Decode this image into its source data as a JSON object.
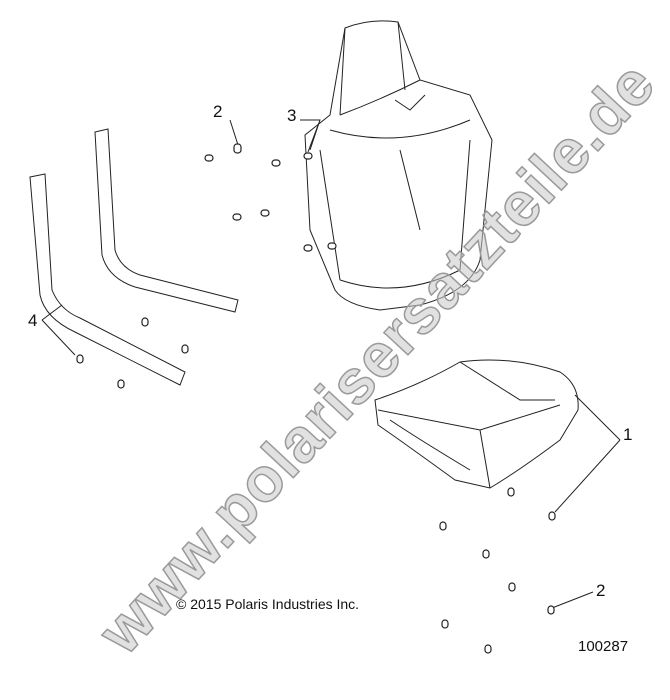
{
  "watermark": "www.polarisersatzteile.de",
  "callouts": {
    "c1": "1",
    "c2a": "2",
    "c2b": "2",
    "c3": "3",
    "c4": "4"
  },
  "copyright": "© 2015 Polaris Industries Inc.",
  "diagram_number": "100287",
  "colors": {
    "line": "#222222",
    "watermark": "#c8c8c8"
  }
}
